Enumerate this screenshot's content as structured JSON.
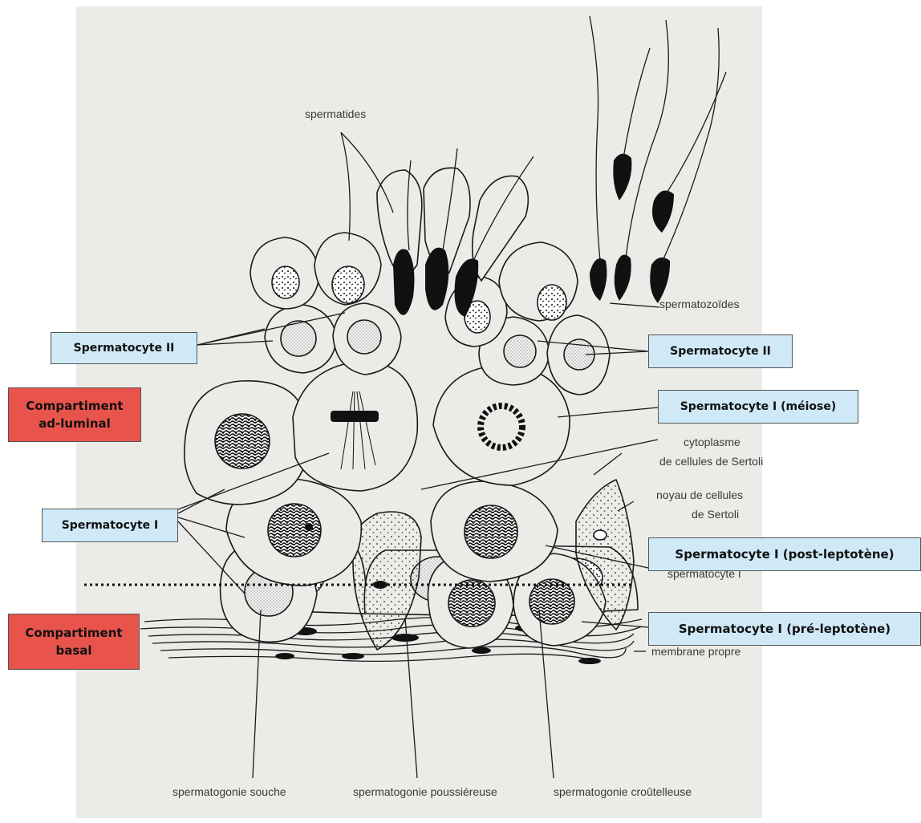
{
  "figure": {
    "labels": {
      "spermatides": "spermatides",
      "spermatozoides": "spermatozoïdes",
      "cytoplasme_line1": "cytoplasme",
      "cytoplasme_line2": "de cellules de Sertoli",
      "noyau_line1": "noyau de cellules",
      "noyau_line2": "de Sertoli",
      "membrane": "membrane propre",
      "spermatogonie_souche": "spermatogonie souche",
      "spermatogonie_poussiereuse": "spermatogonie poussiéreuse",
      "spermatogonie_croutelleuse": "spermatogonie croûtelleuse",
      "hidden_spermatocyte": "spermatocyte I"
    }
  },
  "annotations": {
    "spermatocyte_ii_left": "Spermatocyte II",
    "spermatocyte_ii_right": "Spermatocyte II",
    "spermatocyte_i_meiose": "Spermatocyte I (méiose)",
    "spermatocyte_i_left": "Spermatocyte I",
    "spermatocyte_i_post": "Spermatocyte I (post-leptotène)",
    "spermatocyte_i_pre": "Spermatocyte I (pré-leptotène)"
  },
  "compartments": {
    "adluminal_line1": "Compartiment",
    "adluminal_line2": "ad-luminal",
    "basal_line1": "Compartiment",
    "basal_line2": "basal"
  },
  "colors": {
    "blue_box": "#cfe9f7",
    "red_box": "#e8544c",
    "paper": "#ebebe8",
    "ink": "#1a1a1a"
  }
}
